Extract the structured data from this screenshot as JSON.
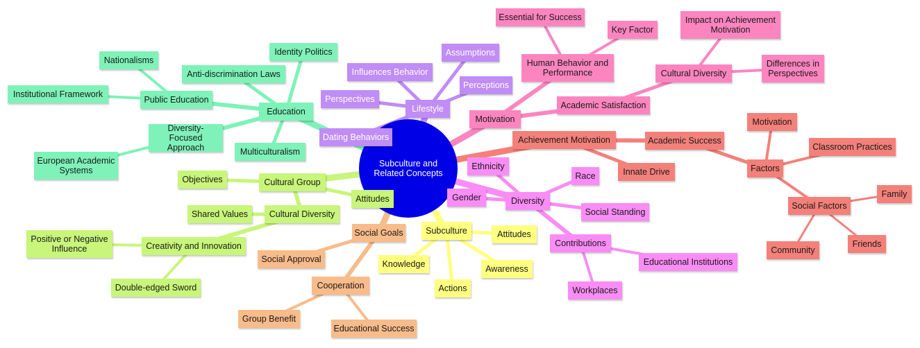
{
  "center": "Subculture and Related Concepts",
  "colors": {
    "center": "#0000e6",
    "green": "#7ef2b8",
    "lime": "#c8f57a",
    "yellow": "#ffff80",
    "orange": "#f8bb8a",
    "purple": "#c08cf5",
    "pink": "#fc85c0",
    "red": "#f4807a",
    "magenta": "#f98cf5"
  },
  "nodes": {
    "education": "Education",
    "identity_politics": "Identity Politics",
    "anti_discrimination": "Anti-discrimination Laws",
    "nationalisms": "Nationalisms",
    "public_education": "Public Education",
    "institutional_framework": "Institutional Framework",
    "diversity_focused": "Diversity-Focused Approach",
    "european_academic": "European Academic Systems",
    "multiculturalism": "Multiculturalism",
    "lifestyle": "Lifestyle",
    "assumptions": "Assumptions",
    "influences_behavior": "Influences Behavior",
    "perceptions": "Perceptions",
    "perspectives": "Perspectives",
    "dating_behaviors": "Dating Behaviors",
    "motivation_main": "Motivation",
    "human_behavior": "Human Behavior and Performance",
    "essential_success": "Essential for Success",
    "key_factor": "Key Factor",
    "academic_satisfaction": "Academic Satisfaction",
    "cultural_diversity_pink": "Cultural Diversity",
    "impact_achievement": "Impact on Achievement Motivation",
    "differences_perspectives": "Differences in Perspectives",
    "achievement_motivation": "Achievement Motivation",
    "academic_success": "Academic Success",
    "innate_drive": "Innate Drive",
    "factors": "Factors",
    "motivation_red": "Motivation",
    "classroom_practices": "Classroom Practices",
    "social_factors": "Social Factors",
    "family": "Family",
    "community": "Community",
    "friends": "Friends",
    "diversity": "Diversity",
    "ethnicity": "Ethnicity",
    "race": "Race",
    "gender": "Gender",
    "social_standing": "Social Standing",
    "contributions": "Contributions",
    "educational_institutions": "Educational Institutions",
    "workplaces": "Workplaces",
    "subculture": "Subculture",
    "attitudes_yellow": "Attitudes",
    "knowledge": "Knowledge",
    "awareness": "Awareness",
    "actions": "Actions",
    "social_goals": "Social Goals",
    "social_approval": "Social Approval",
    "cooperation": "Cooperation",
    "group_benefit": "Group Benefit",
    "educational_success": "Educational Success",
    "cultural_group": "Cultural Group",
    "objectives": "Objectives",
    "attitudes_lime": "Attitudes",
    "cultural_diversity_lime": "Cultural Diversity",
    "shared_values": "Shared Values",
    "creativity_innovation": "Creativity and Innovation",
    "positive_negative": "Positive or Negative Influence",
    "double_edged": "Double-edged Sword"
  }
}
